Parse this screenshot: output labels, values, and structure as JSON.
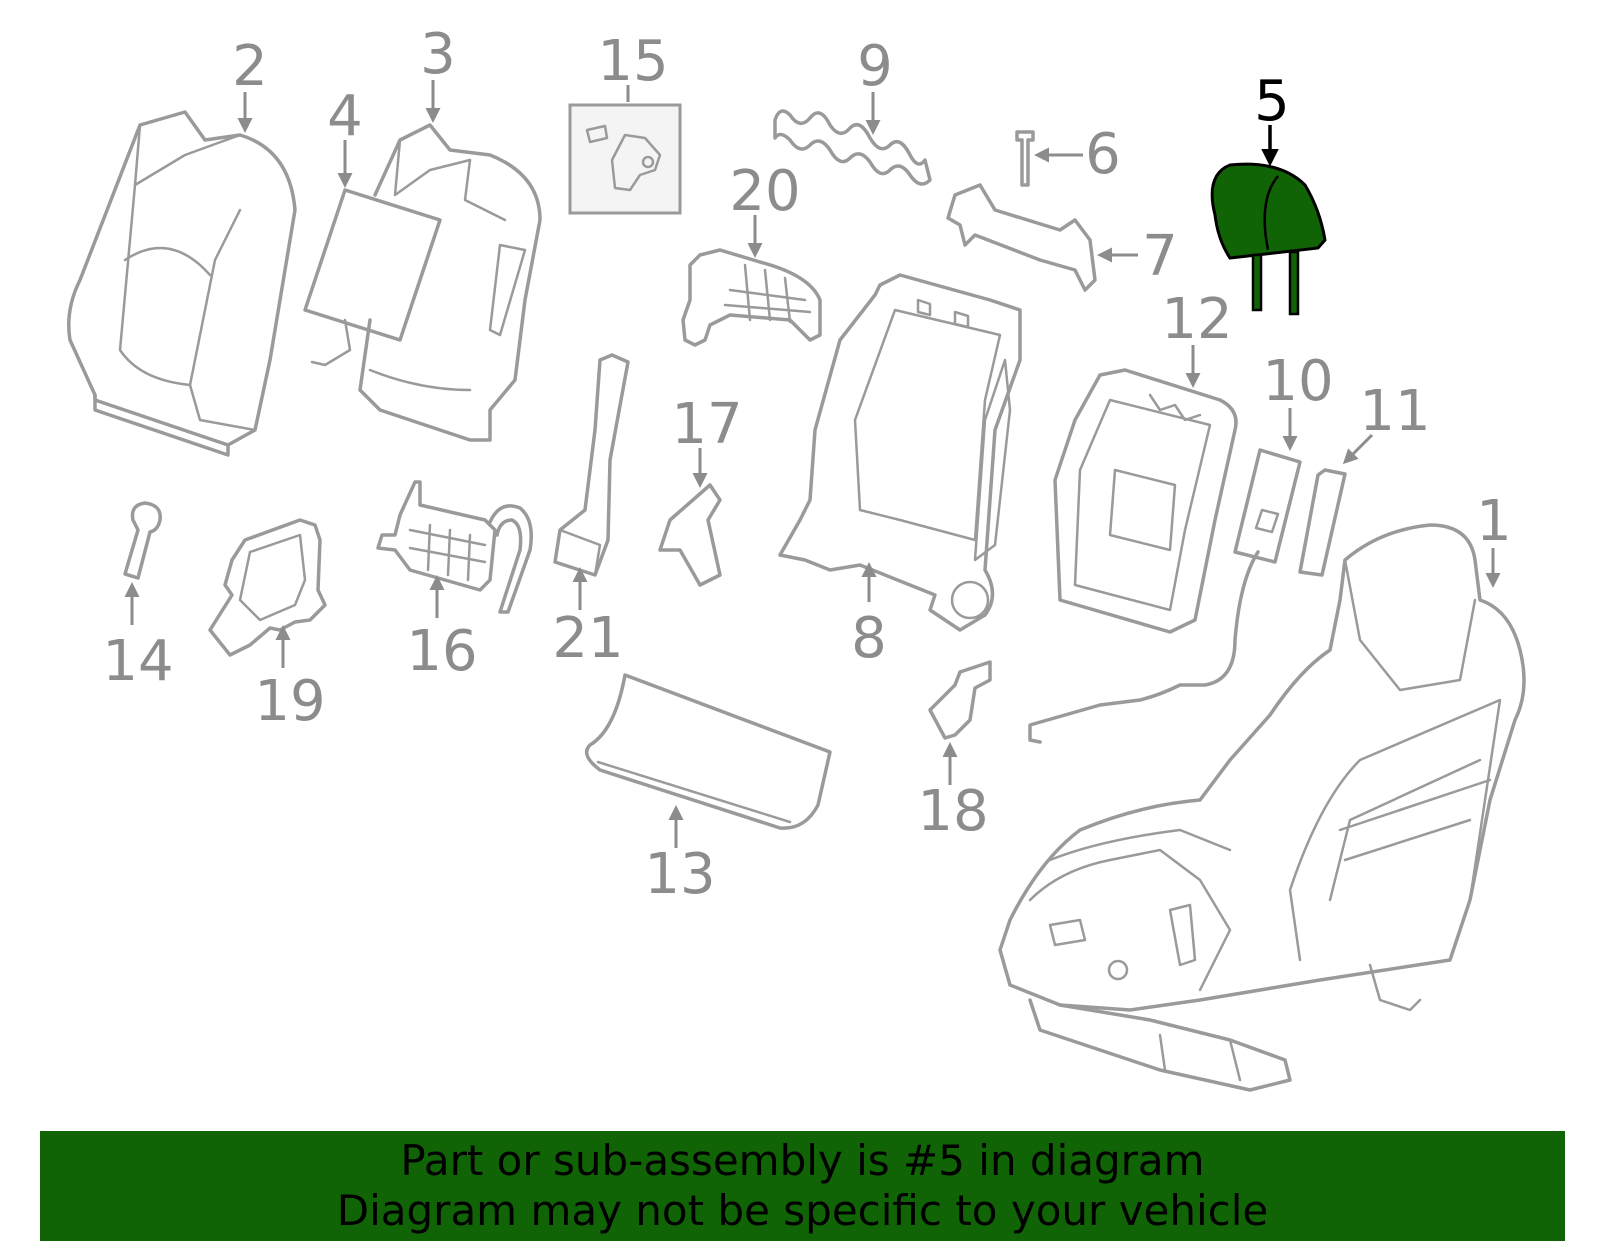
{
  "diagram": {
    "highlight_color": "#116405",
    "line_color": "#9a9a9a",
    "highlighted_part": "5",
    "callouts": [
      "1",
      "2",
      "3",
      "4",
      "5",
      "6",
      "7",
      "8",
      "9",
      "10",
      "11",
      "12",
      "13",
      "14",
      "15",
      "16",
      "17",
      "18",
      "19",
      "20",
      "21"
    ]
  },
  "banner": {
    "line1": "Part or sub-assembly is #5 in diagram",
    "line2": "Diagram may not be specific to your vehicle"
  }
}
